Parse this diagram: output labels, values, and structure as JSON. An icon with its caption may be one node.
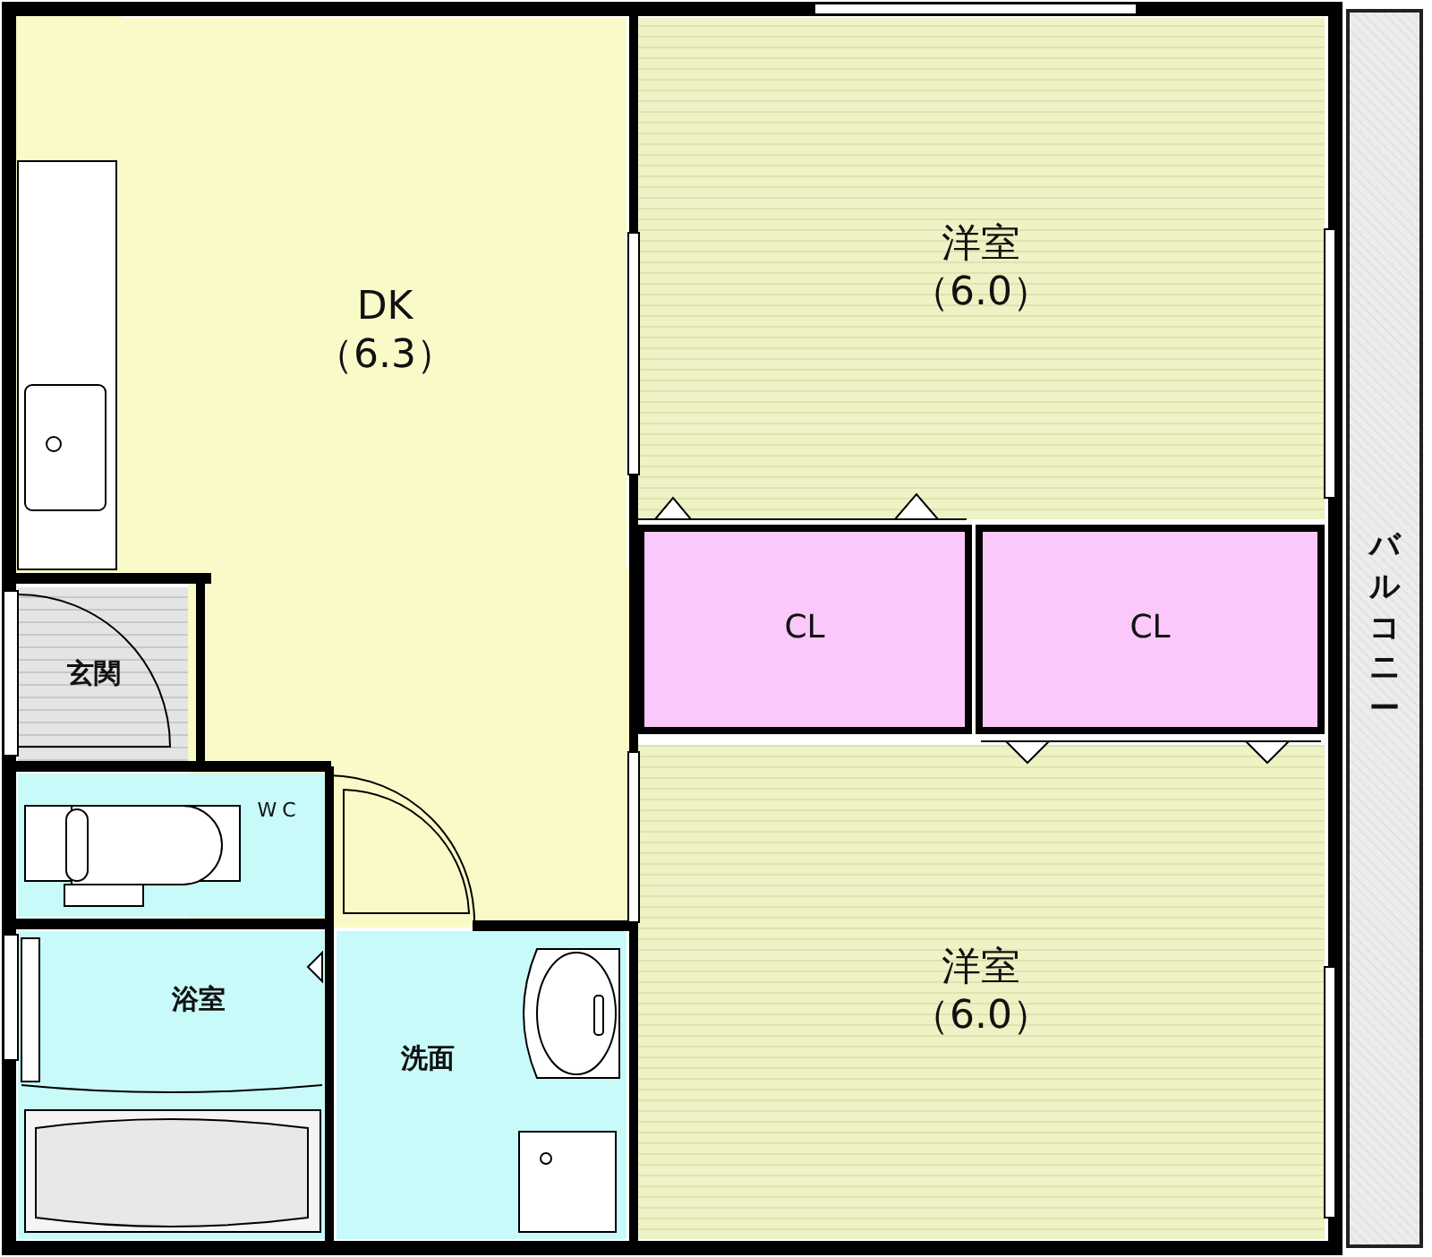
{
  "diagram": {
    "nodes": [
      {
        "text": [
          "DK",
          "（6.3）"
        ]
      },
      {
        "text": [
          "洋室",
          "（6.0）"
        ]
      },
      {
        "text": [
          "CL"
        ]
      },
      {
        "text": [
          "CL"
        ]
      },
      {
        "text": [
          "玄関"
        ]
      },
      {
        "text": [
          "WC"
        ]
      },
      {
        "text": [
          "浴室"
        ]
      },
      {
        "text": [
          "洗面"
        ]
      },
      {
        "text": [
          "洋室",
          "（6.0）"
        ]
      },
      {
        "text": [
          "バルコニー"
        ]
      }
    ]
  }
}
